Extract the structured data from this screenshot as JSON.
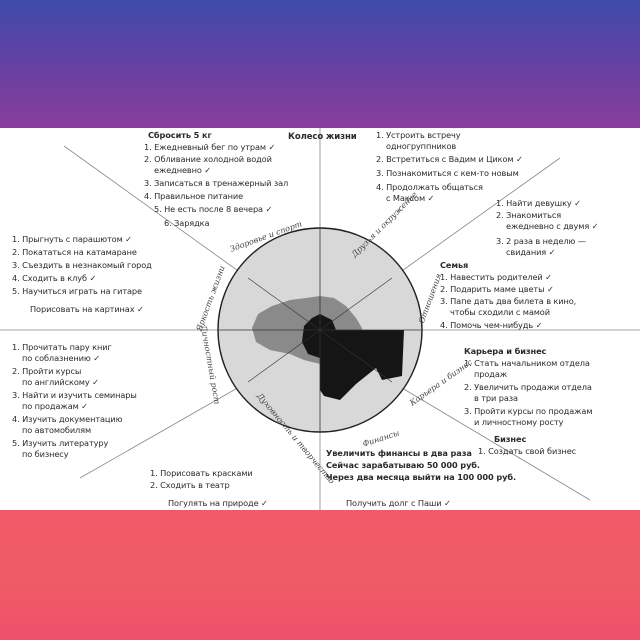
{
  "title": "Колесо жизни",
  "sections": {
    "health": {
      "header": "Сбросить 5 кг",
      "items": [
        "1. Ежедневный бег по утрам ✓",
        "2. Обливание холодной водой\n    ежедневно ✓",
        "3. Записаться в тренажерный зал",
        "4. Правильное питание",
        "    5. Не есть после 8 вечера ✓",
        "        6. Зарядка"
      ],
      "label": "Здоровье и спорт"
    },
    "friends": {
      "items": [
        "1. Устроить встречу\n    одногруппников",
        "2. Встретиться с Вадим и Циком ✓",
        "3. Познакомиться с кем-то новым",
        "4. Продолжать общаться\n    с Максом ✓"
      ],
      "label": "Друзья и окружение"
    },
    "relationships": {
      "items": [
        "1. Найти девушку ✓",
        "2. Знакомиться\n    ежедневно с двумя ✓",
        "3. 2 раза в неделю —\n    свидания ✓"
      ],
      "label": "Отношения"
    },
    "family": {
      "header": "Семья",
      "items": [
        "1. Навестить родителей ✓",
        "2. Подарить маме цветы ✓",
        "3. Папе дать два билета в кино,\n    чтобы сходили с мамой",
        "4. Помочь чем-нибудь ✓"
      ],
      "label": "Семья"
    },
    "career": {
      "header": "Карьера и бизнес",
      "items": [
        "1. Стать начальником отдела\n    продаж",
        "2. Увеличить продажи отдела\n    в три раза",
        "3. Пройти курсы по продажам\n    и личностному росту"
      ],
      "sub_header": "Бизнес",
      "sub_items": [
        "1. Создать свой бизнес"
      ],
      "label": "Карьера и бизнес"
    },
    "finance": {
      "lines": [
        "Увеличить финансы в два раза",
        "Сейчас зарабатываю 50 000 руб.",
        "Через два месяца выйти на 100 000 руб."
      ],
      "footer": "Получить долг с Паши ✓",
      "label": "Финансы"
    },
    "spiritual": {
      "items": [
        "1. Порисовать красками",
        "2. Сходить в театр"
      ],
      "footer": "Погулять на природе ✓",
      "label": "Духовность и творчество"
    },
    "growth": {
      "items": [
        "1. Прочитать пару книг\n    по соблазнению ✓",
        "2. Пройти курсы\n    по английскому ✓",
        "3. Найти и изучить семинары\n    по продажам ✓",
        "4. Изучить документацию\n    по автомобилям",
        "5. Изучить литературу\n    по бизнесу"
      ],
      "label": "Личностный рост"
    },
    "leisure": {
      "items": [
        "1. Прыгнуть с парашютом ✓",
        "2. Покататься на катамаране",
        "3. Съездить в незнакомый город",
        "4. Сходить в клуб ✓",
        "5. Научиться играть на гитаре"
      ],
      "footer": "Порисовать на картинах ✓",
      "label": "Яркость жизни"
    }
  },
  "colors": {
    "dark_fill": "#1b1b1b",
    "mid_fill": "#6e6e6e",
    "light_fill": "#c8c8c8"
  }
}
